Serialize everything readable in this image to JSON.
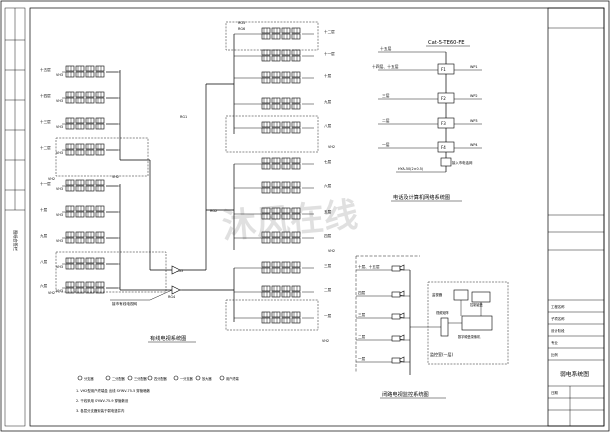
{
  "cable_tv": {
    "title": "有线电视系统图",
    "floors": [
      "十五层",
      "十四层",
      "十三层",
      "十二层",
      "十一层",
      "十层",
      "九层",
      "八层",
      "七层",
      "六层",
      "五层",
      "四层",
      "三层",
      "二层",
      "一层"
    ],
    "vh2": "VH2",
    "vh3": "VH3",
    "source_note": "接市有线电视网",
    "riser_labels": [
      "RG3",
      "RG6",
      "RG1",
      "RG2",
      "RG5",
      "RG4"
    ]
  },
  "telephone": {
    "title": "电话及计算机网络系统图",
    "header": "Cat-5-TE60-FE",
    "floors": [
      "十五层",
      "十四层、十五层",
      "三层",
      "二层",
      "一层"
    ],
    "boxes": [
      "F1",
      "F2",
      "F3",
      "F4"
    ],
    "outgoing": [
      "WP1",
      "WP2",
      "WP3",
      "WP4"
    ],
    "note_line1": "接入市电话网",
    "note_line2": "HYA-50(2×0.5)"
  },
  "cctv": {
    "title": "闭路电视监控系统图",
    "floors": [
      "十层、十五层",
      "四层",
      "三层",
      "二层",
      "一层"
    ],
    "room_label": "监控室(一层)",
    "monitor_label": "监视器",
    "matrix_label": "视频矩阵",
    "recorder_label": "数字硬盘录像机",
    "control_label": "控制键盘"
  },
  "legend": {
    "items": [
      "分支器",
      "二分配器",
      "三分配器",
      "四分配器",
      "一分支器",
      "放大器",
      "用户终端"
    ],
    "notes": [
      "1. VH2型用户终端盒 出线 SYWV-75-5 穿管暗敷",
      "2. 干线采用 SYWV-75-9 穿管敷设",
      "3. 各层分支器安装于弱电竖井内"
    ]
  },
  "title_block": {
    "drawing_title": "弱电系统图",
    "rows": [
      "工程名称",
      "子项名称",
      "设计阶段",
      "专业",
      "比例",
      "日期"
    ]
  },
  "left_strip": {
    "label": "图纸会签栏"
  },
  "watermark": "沐风在线"
}
